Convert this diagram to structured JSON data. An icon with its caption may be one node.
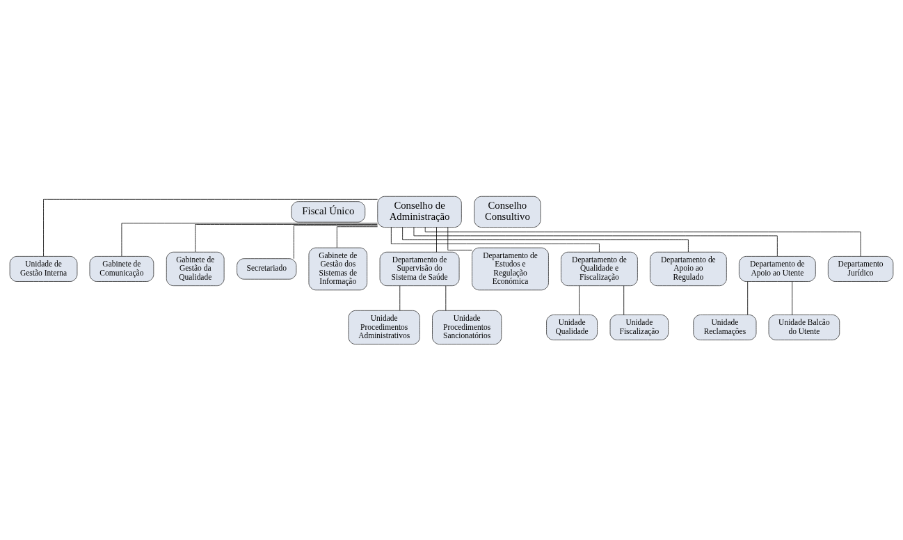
{
  "diagram": {
    "nodes": [
      {
        "text": [
          "Conselho de Administração"
        ]
      },
      {
        "text": [
          "Fiscal Único"
        ]
      },
      {
        "text": [
          "Conselho Consultivo"
        ]
      },
      {
        "text": [
          "Unidade de Gestão Interna"
        ]
      },
      {
        "text": [
          "Gabinete de Comunicação"
        ]
      },
      {
        "text": [
          "Gabinete de Gestão da Qualidade"
        ]
      },
      {
        "text": [
          "Secretariado"
        ]
      },
      {
        "text": [
          "Gabinete de Gestão dos Sistemas de Informação"
        ]
      },
      {
        "text": [
          "Departamento de Supervisão do Sistema de Saúde"
        ]
      },
      {
        "text": [
          "Departamento de Estudos e Regulação Económica"
        ]
      },
      {
        "text": [
          "Departamento de Qualidade e Fiscalização"
        ]
      },
      {
        "text": [
          "Departamento de Apoio ao Regulado"
        ]
      },
      {
        "text": [
          "Departamento de Apoio ao Utente"
        ]
      },
      {
        "text": [
          "Departamento Jurídico"
        ]
      },
      {
        "text": [
          "Unidade Procedimentos Administrativos"
        ]
      },
      {
        "text": [
          "Unidade Procedimentos Sancionatórios"
        ]
      },
      {
        "text": [
          "Unidade Qualidade"
        ]
      },
      {
        "text": [
          "Unidade Fiscalização"
        ]
      },
      {
        "text": [
          "Unidade Reclamações"
        ]
      },
      {
        "text": [
          "Unidade Balcão do Utente"
        ]
      }
    ],
    "edges": [
      {
        "from": 0,
        "to": 3,
        "arrow": "none"
      },
      {
        "from": 0,
        "to": 4,
        "arrow": "none"
      },
      {
        "from": 0,
        "to": 5,
        "arrow": "none"
      },
      {
        "from": 0,
        "to": 6,
        "arrow": "none"
      },
      {
        "from": 0,
        "to": 7,
        "arrow": "none"
      },
      {
        "from": 0,
        "to": 8,
        "arrow": "none"
      },
      {
        "from": 0,
        "to": 9,
        "arrow": "none"
      },
      {
        "from": 0,
        "to": 10,
        "arrow": "none"
      },
      {
        "from": 0,
        "to": 11,
        "arrow": "none"
      },
      {
        "from": 0,
        "to": 12,
        "arrow": "none"
      },
      {
        "from": 0,
        "to": 13,
        "arrow": "none"
      },
      {
        "from": 8,
        "to": 14,
        "arrow": "none"
      },
      {
        "from": 8,
        "to": 15,
        "arrow": "none"
      },
      {
        "from": 10,
        "to": 16,
        "arrow": "none"
      },
      {
        "from": 10,
        "to": 17,
        "arrow": "none"
      },
      {
        "from": 12,
        "to": 18,
        "arrow": "none"
      },
      {
        "from": 12,
        "to": 19,
        "arrow": "none"
      }
    ]
  }
}
